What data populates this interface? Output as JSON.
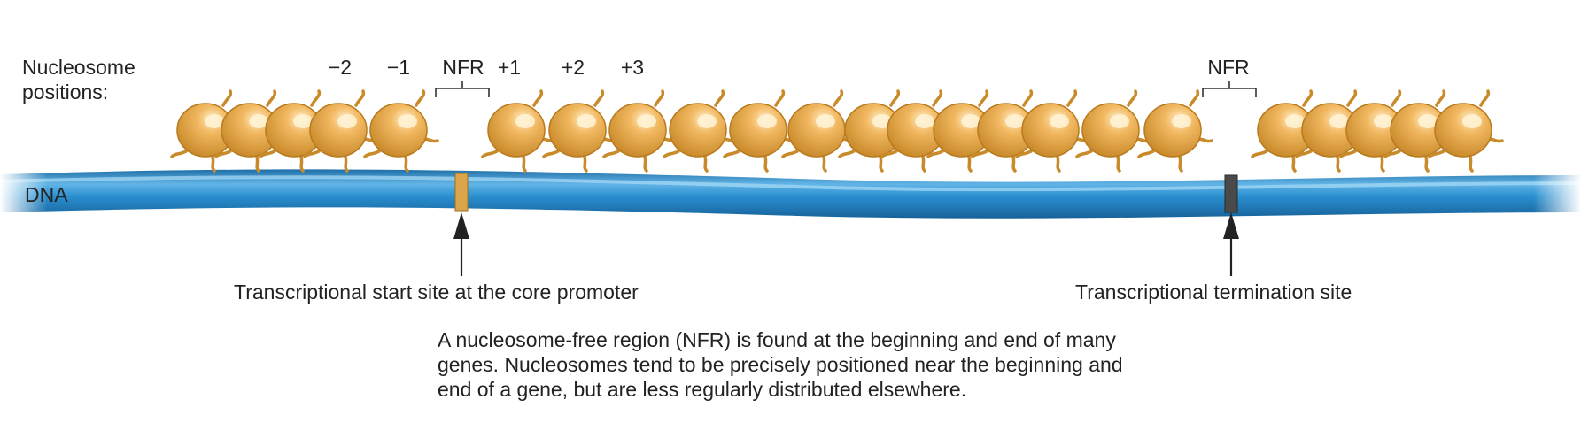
{
  "labels": {
    "nucleosome_positions_line1": "Nucleosome",
    "nucleosome_positions_line2": "positions:",
    "dna": "DNA",
    "minus2": "−2",
    "minus1": "−1",
    "nfr_start": "NFR",
    "plus1": "+1",
    "plus2": "+2",
    "plus3": "+3",
    "nfr_end": "NFR",
    "tss": "Transcriptional start site at the core promoter",
    "tts": "Transcriptional termination site"
  },
  "caption": {
    "line1": "A nucleosome-free region (NFR) is found at the beginning and end of many",
    "line2": "genes. Nucleosomes tend to be precisely positioned near the beginning and",
    "line3": "end of a gene, but are less regularly distributed elsewhere."
  },
  "colors": {
    "nucleosome": "#e8a445",
    "nucleosome_highlight": "#ffe7b5",
    "nucleosome_edge": "#b87a1f",
    "dna": "#2a8fcf",
    "dna_highlight": "#8fd0f5",
    "tss_marker": "#d9a44a",
    "tts_marker": "#4a4a4a"
  }
}
